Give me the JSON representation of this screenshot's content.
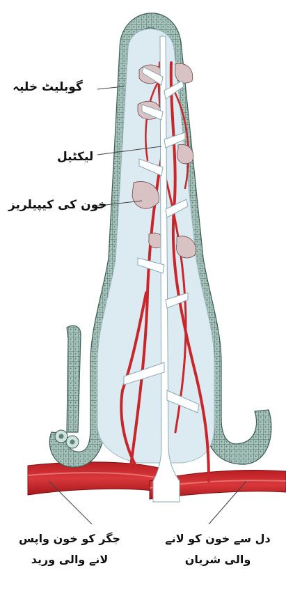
{
  "labels": {
    "goblet_cell": "گوبلیٹ خلیہ",
    "lacteal": "لیکٹیل",
    "blood_capillaries": "خون کی کیپیلریز"
  },
  "captions": {
    "vein_line1": "جگر کو خون واپس",
    "vein_line2": "لانے والی ورید",
    "artery_line1": "دل سے خون کو لانے",
    "artery_line2": "والی شریان"
  },
  "colors": {
    "epithelium": "#8fb0a6",
    "epithelium_dark": "#4f7268",
    "interior": "#dcebf1",
    "vessel": "#c8262a",
    "vessel_dark": "#8e1519",
    "lacteal": "#ffffff"
  }
}
